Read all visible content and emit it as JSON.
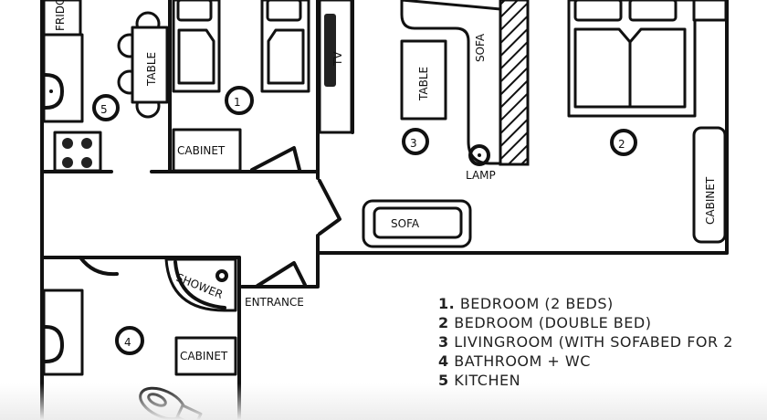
{
  "labels": {
    "fridge": "FRIDGE",
    "table_kitchen": "TABLE",
    "table_living": "TABLE",
    "tv": "TV",
    "sofa_top": "SOFA",
    "sofa_bottom": "SOFA",
    "lamp": "LAMP",
    "cabinet_bedroom1": "CABINET",
    "cabinet_bedroom2": "CABINET",
    "cabinet_bathroom": "CABINET",
    "shower": "SHOWER",
    "entrance": "ENTRANCE"
  },
  "room_numbers": {
    "r1": "1",
    "r2": "2",
    "r3": "3",
    "r4": "4",
    "r5": "5"
  },
  "legend": [
    {
      "num": "1.",
      "text": "BEDROOM  (2 BEDS)"
    },
    {
      "num": "2",
      "text": "BEDROOM  (DOUBLE BED)"
    },
    {
      "num": "3",
      "text": "LIVINGROOM  (WITH SOFABED FOR 2"
    },
    {
      "num": "4",
      "text": "BATHROOM + WC"
    },
    {
      "num": "5",
      "text": "KITCHEN"
    }
  ]
}
